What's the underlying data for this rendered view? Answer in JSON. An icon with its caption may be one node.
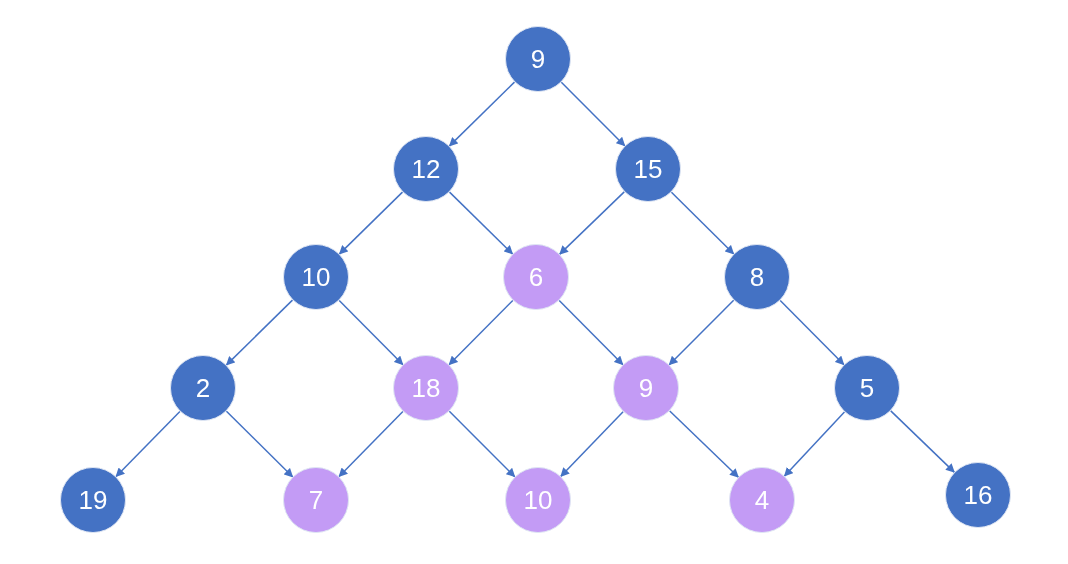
{
  "diagram": {
    "nodes": [
      {
        "text": [
          "9"
        ]
      },
      {
        "text": [
          "12"
        ]
      },
      {
        "text": [
          "15"
        ]
      },
      {
        "text": [
          "10"
        ]
      },
      {
        "text": [
          "6"
        ]
      },
      {
        "text": [
          "8"
        ]
      },
      {
        "text": [
          "2"
        ]
      },
      {
        "text": [
          "18"
        ]
      },
      {
        "text": [
          "9"
        ]
      },
      {
        "text": [
          "5"
        ]
      },
      {
        "text": [
          "19"
        ]
      },
      {
        "text": [
          "7"
        ]
      },
      {
        "text": [
          "10"
        ]
      },
      {
        "text": [
          "4"
        ]
      },
      {
        "text": [
          "16"
        ]
      }
    ],
    "edges": [
      {
        "from": 0,
        "to": 1,
        "arrow": "to"
      },
      {
        "from": 0,
        "to": 2,
        "arrow": "to"
      },
      {
        "from": 1,
        "to": 3,
        "arrow": "to"
      },
      {
        "from": 1,
        "to": 4,
        "arrow": "to"
      },
      {
        "from": 2,
        "to": 4,
        "arrow": "to"
      },
      {
        "from": 2,
        "to": 5,
        "arrow": "to"
      },
      {
        "from": 3,
        "to": 6,
        "arrow": "to"
      },
      {
        "from": 3,
        "to": 7,
        "arrow": "to"
      },
      {
        "from": 4,
        "to": 7,
        "arrow": "to"
      },
      {
        "from": 4,
        "to": 8,
        "arrow": "to"
      },
      {
        "from": 5,
        "to": 8,
        "arrow": "to"
      },
      {
        "from": 5,
        "to": 9,
        "arrow": "to"
      },
      {
        "from": 6,
        "to": 10,
        "arrow": "to"
      },
      {
        "from": 6,
        "to": 11,
        "arrow": "to"
      },
      {
        "from": 7,
        "to": 11,
        "arrow": "to"
      },
      {
        "from": 7,
        "to": 12,
        "arrow": "to"
      },
      {
        "from": 8,
        "to": 12,
        "arrow": "to"
      },
      {
        "from": 8,
        "to": 13,
        "arrow": "to"
      },
      {
        "from": 9,
        "to": 13,
        "arrow": "to"
      },
      {
        "from": 9,
        "to": 14,
        "arrow": "to"
      }
    ]
  }
}
